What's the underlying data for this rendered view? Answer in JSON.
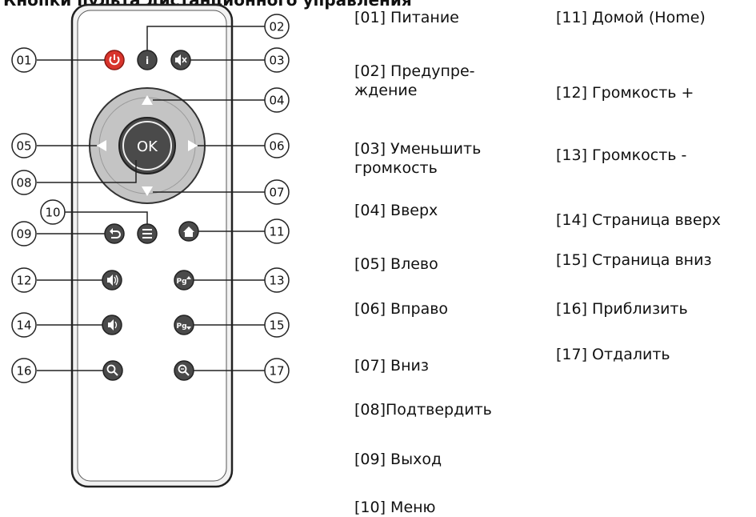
{
  "header_text": "Кнопки пульта дистанционного управления",
  "ok_label": "OK",
  "callouts": [
    "01",
    "02",
    "03",
    "04",
    "05",
    "06",
    "07",
    "08",
    "09",
    "10",
    "11",
    "12",
    "13",
    "14",
    "15",
    "16",
    "17"
  ],
  "legend": [
    {
      "num": "[01]",
      "label": "Питание"
    },
    {
      "num": "[02]",
      "label": "Предупре-\nждение"
    },
    {
      "num": "[03]",
      "label": "Уменьшить\nгромкость"
    },
    {
      "num": "[04]",
      "label": "Вверх"
    },
    {
      "num": "[05]",
      "label": "Влево"
    },
    {
      "num": "[06]",
      "label": "Вправо"
    },
    {
      "num": "[07]",
      "label": "Вниз"
    },
    {
      "num": "[08]",
      "label": "Подтвердить"
    },
    {
      "num": "[09]",
      "label": "Выход"
    },
    {
      "num": "[10]",
      "label": "Меню"
    },
    {
      "num": "[11]",
      "label": "Домой (Home)"
    },
    {
      "num": "[12]",
      "label": "Громкость +"
    },
    {
      "num": "[13]",
      "label": "Громкость -"
    },
    {
      "num": "[14]",
      "label": "Страница вверх"
    },
    {
      "num": "[15]",
      "label": "Страница вниз"
    },
    {
      "num": "[16]",
      "label": "Приблизить"
    },
    {
      "num": "[17]",
      "label": "Отдалить"
    }
  ],
  "colors": {
    "power": "#d8342c",
    "button": "#4a4a4a",
    "dpad_ring": "#c4c4c4",
    "remote_body": "#ffffff",
    "outline": "#222222"
  }
}
